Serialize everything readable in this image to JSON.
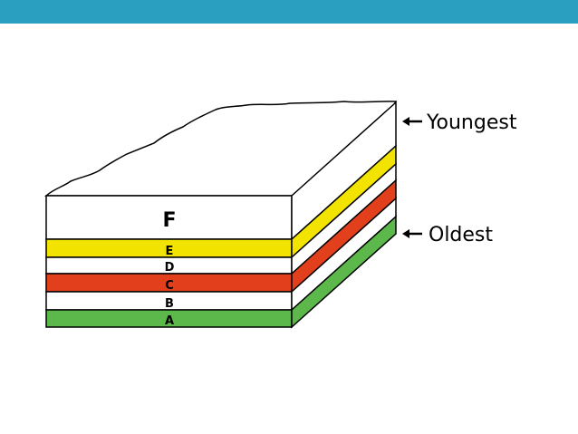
{
  "header": {
    "bar_color": "#2b9fc0"
  },
  "diagram": {
    "layers": [
      {
        "letter": "F",
        "color": "#ffffff"
      },
      {
        "letter": "E",
        "color": "#f2e400"
      },
      {
        "letter": "D",
        "color": "#ffffff"
      },
      {
        "letter": "C",
        "color": "#e2401c"
      },
      {
        "letter": "B",
        "color": "#ffffff"
      },
      {
        "letter": "A",
        "color": "#5cb84a"
      }
    ],
    "labels": {
      "youngest": "Youngest",
      "oldest": "Oldest"
    },
    "icons": {
      "youngest_pointer": "arrow-left-icon",
      "oldest_pointer": "arrow-left-icon"
    }
  }
}
